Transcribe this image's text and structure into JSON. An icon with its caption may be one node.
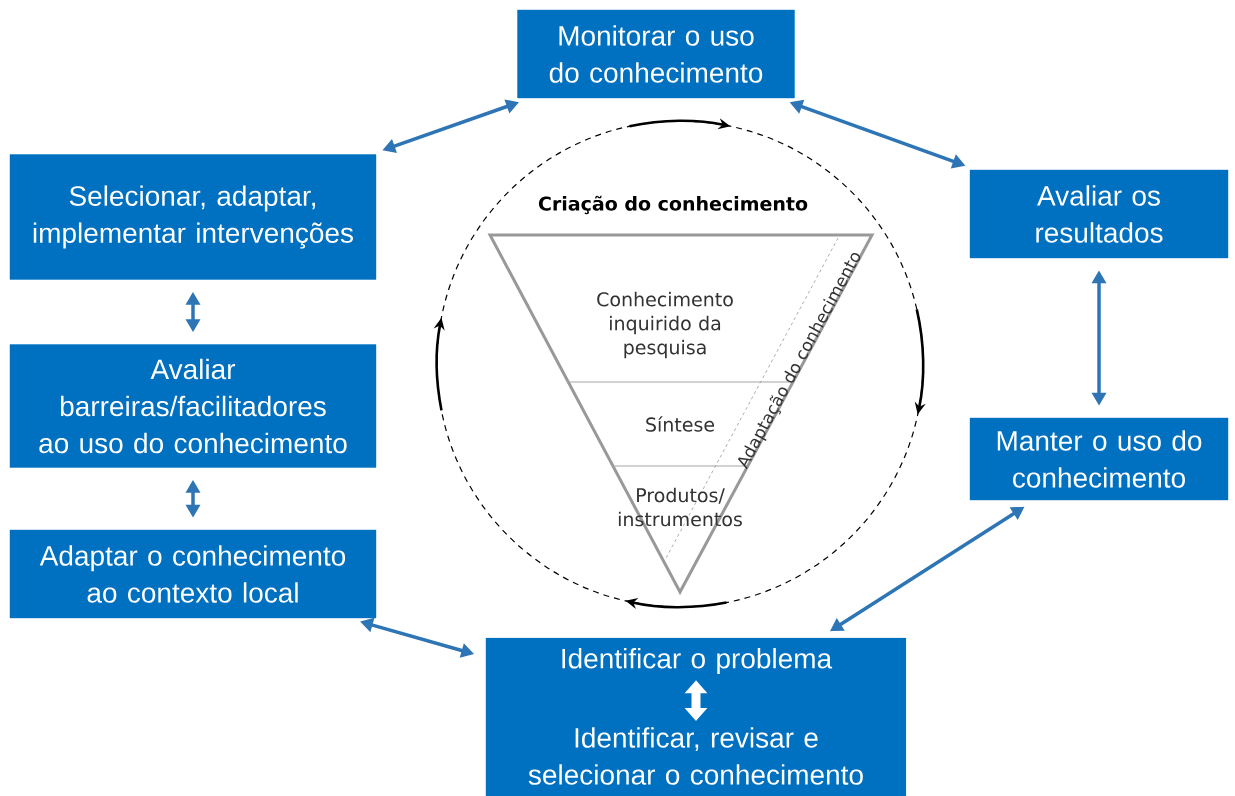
{
  "diagram": {
    "nodes": [
      {
        "text": [
          "Monitorar o uso do conhecimento"
        ]
      },
      {
        "text": [
          "Avaliar os resultados"
        ]
      },
      {
        "text": [
          "Manter o uso do conhecimento"
        ]
      },
      {
        "text": [],
        "shape": "box"
      },
      {
        "text": [
          "Identificar o problema"
        ],
        "in": 3
      },
      {
        "text": [
          "Identificar, revisar e selecionar o conhecimento"
        ],
        "in": 3
      },
      {
        "text": [
          "Adaptar o conhecimento ao contexto local"
        ]
      },
      {
        "text": [
          "Avaliar barreiras/facilitadores ao uso do conhecimento"
        ]
      },
      {
        "text": [
          "Selecionar, adaptar, implementar intervenções"
        ]
      },
      {
        "text": [
          "Criação do conhecimento"
        ]
      },
      {
        "text": [
          "Conhecimento inquirido da pesquisa"
        ],
        "in": 9
      },
      {
        "text": [
          "Síntese"
        ],
        "in": 9
      },
      {
        "text": [
          "Produtos/ instrumentos"
        ],
        "in": 9
      }
    ],
    "edges": [
      {
        "from": 8,
        "to": 0,
        "arrow": "both"
      },
      {
        "from": 0,
        "to": 1,
        "arrow": "both"
      },
      {
        "from": 1,
        "to": 2,
        "arrow": "both"
      },
      {
        "from": 2,
        "to": 3,
        "arrow": "both"
      },
      {
        "from": 3,
        "to": 6,
        "arrow": "both"
      },
      {
        "from": 6,
        "to": 7,
        "arrow": "both"
      },
      {
        "from": 7,
        "to": 8,
        "arrow": "both"
      },
      {
        "from": 4,
        "to": 5,
        "arrow": "both",
        "style": "thick",
        "color": "#ffffff"
      }
    ],
    "labels": [
      "Adaptação do conhecimento"
    ]
  }
}
